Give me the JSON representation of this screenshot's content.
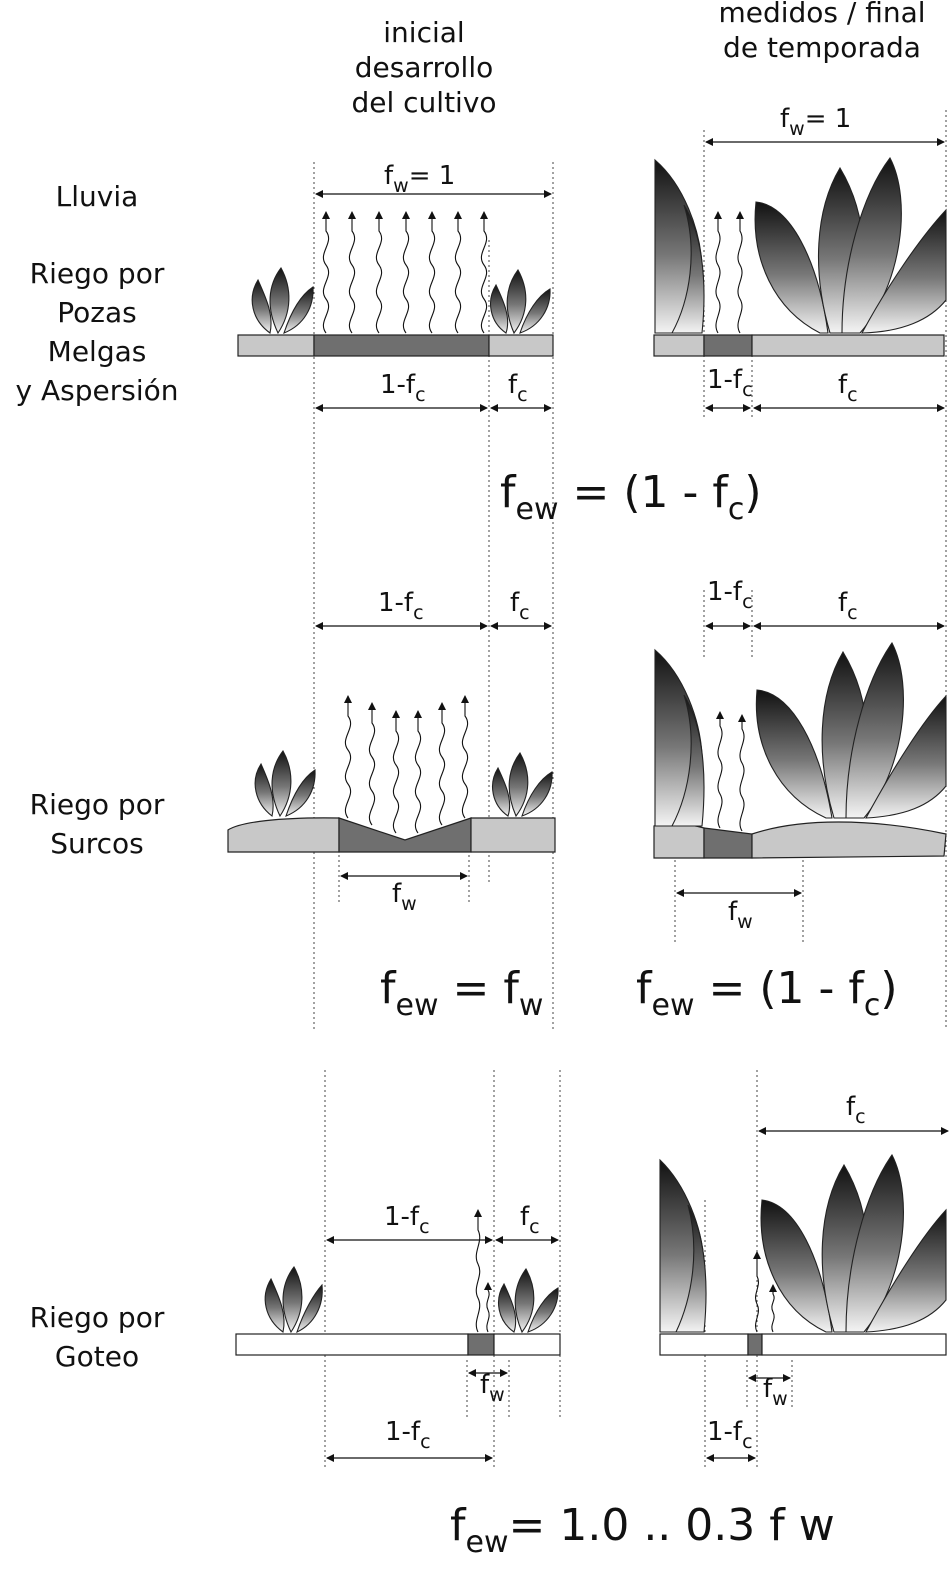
{
  "headers": {
    "col1": [
      "inicial",
      "desarrollo",
      "del cultivo"
    ],
    "col2": [
      "medidos / final",
      "de temporada"
    ]
  },
  "row_labels": {
    "r1": [
      "Lluvia",
      "Riego por",
      "Pozas",
      "Melgas",
      "y Aspersión"
    ],
    "r2": [
      "Riego por",
      "Surcos"
    ],
    "r3": [
      "Riego por",
      "Goteo"
    ]
  },
  "dims": {
    "f": "f",
    "fw_eq": "= 1",
    "w": "w",
    "c": "c",
    "one_minus_f": "1-f"
  },
  "equations": {
    "eq1": {
      "f": "f",
      "sub": "ew",
      "rest": " =  (1 - f",
      "sub2": "c",
      "close": ")"
    },
    "eq2a": {
      "f": "f",
      "sub": "ew",
      "rest": " =  f",
      "sub2": "w"
    },
    "eq2b": {
      "f": "f",
      "sub": "ew",
      "rest": " =  (1 - f",
      "sub2": "c",
      "close": ")"
    },
    "eq3": {
      "f": "f",
      "sub": "ew",
      "rest": "=  1.0 .. 0.3 f w"
    }
  },
  "colors": {
    "light_soil": "#c8c8c8",
    "wet_soil": "#6f6f6f",
    "line": "#111111"
  }
}
